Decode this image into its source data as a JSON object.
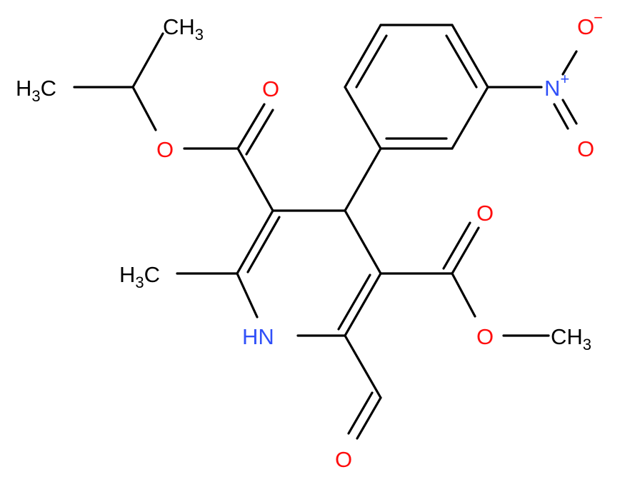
{
  "molecule": {
    "colors": {
      "bond": "#000000",
      "carbon_label": "#000000",
      "oxygen": "#ff0d0d",
      "nitrogen": "#3050f8"
    },
    "labels": {
      "ch3_top": {
        "main": "CH",
        "sub": "3"
      },
      "h3c_left": {
        "pre": "H",
        "sub": "3",
        "main": "C"
      },
      "o_ester_iso": "O",
      "o_carbonyl_iso": "O",
      "n_nitro": {
        "main": "N",
        "sup": "+"
      },
      "o_nitro_minus": {
        "main": "O",
        "sup": "−"
      },
      "o_nitro": "O",
      "h3c_methyl": {
        "pre": "H",
        "sub": "3",
        "main": "C"
      },
      "o_carbonyl_me": "O",
      "o_ester_me": "O",
      "ch3_methoxy": {
        "main": "CH",
        "sub": "3"
      },
      "nh": "HN",
      "o_formyl": "O"
    }
  }
}
